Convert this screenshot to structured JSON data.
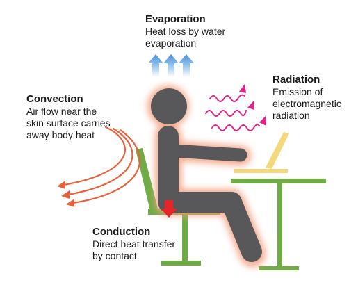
{
  "labels": {
    "evaporation": {
      "title": "Evaporation",
      "desc": "Heat loss by water\nevaporation"
    },
    "radiation": {
      "title": "Radiation",
      "desc": "Emission of\nelectromagnetic\nradiation"
    },
    "convection": {
      "title": "Convection",
      "desc": "Air flow near the\nskin surface carries\naway body heat"
    },
    "conduction": {
      "title": "Conduction",
      "desc": "Direct heat transfer\nby contact"
    }
  },
  "colors": {
    "body": "#58585a",
    "glow": "#f2a080",
    "chair": "#6fac45",
    "desk": "#6fac45",
    "laptop": "#f3d97c",
    "evaporation_arrows": "#5a9fd8",
    "radiation_waves": "#e0228a",
    "convection_arrows": "#e8613a",
    "conduction_arrow": "#e8232a"
  },
  "icons": [
    "evaporation-arrow-icon",
    "radiation-wave-icon",
    "convection-arrow-icon",
    "conduction-arrow-icon"
  ]
}
